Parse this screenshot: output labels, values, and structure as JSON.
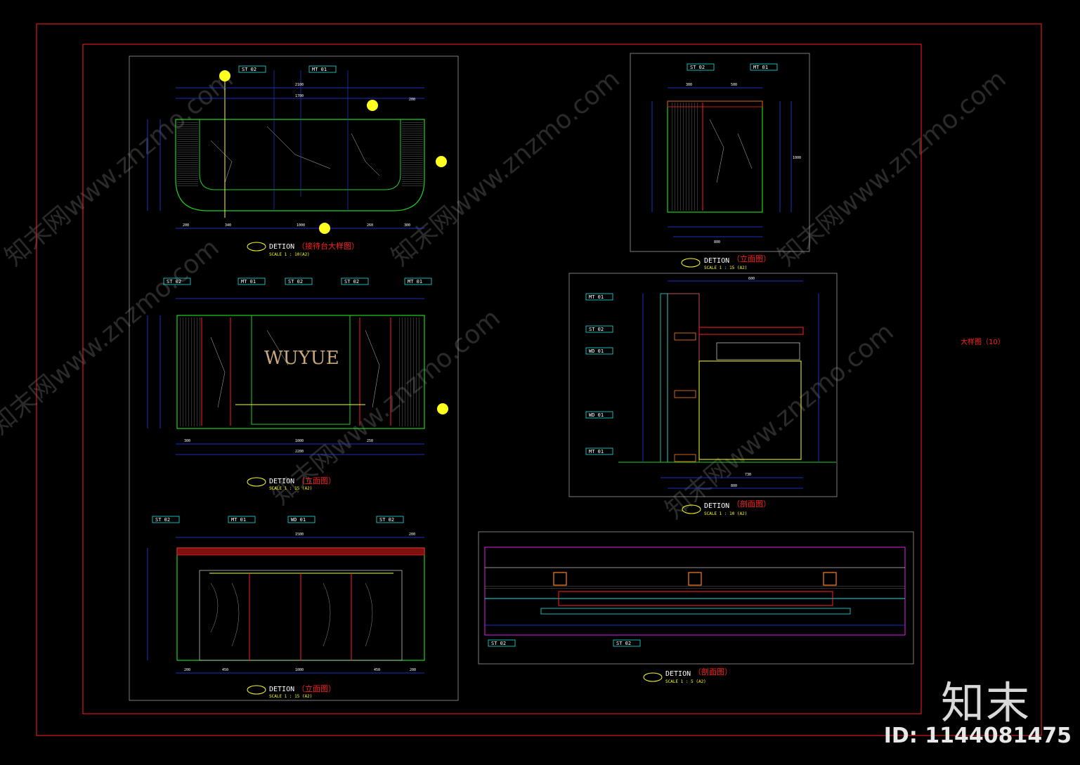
{
  "watermark": {
    "text": "知末网www.znzmo.com"
  },
  "brand": {
    "logo_text": "知末",
    "id_text": "ID: 1144081475"
  },
  "sheet": {
    "side_label": "大样图（10）"
  },
  "colors": {
    "frame": "#ff2020",
    "dim": "#2040ff",
    "green": "#20d020",
    "yellow": "#ffff20",
    "cyan": "#20e0e0",
    "magenta": "#e020e0"
  },
  "views": {
    "plan": {
      "cap": "DETION",
      "cap_cn": "（接待台大样图）",
      "scale": "SCALE 1 : 10(A2)",
      "tags": [
        "ST 02",
        "MT 01"
      ],
      "dims_top": [
        "2100",
        "1700",
        "200"
      ],
      "dims_bottom": [
        "200",
        "340",
        "1000",
        "260",
        "300"
      ]
    },
    "elev1": {
      "cap": "DETION",
      "cap_cn": "（立面图）",
      "scale": "SCALE 1 : 15 (A2)",
      "tags": [
        "ST 02",
        "MT 01",
        "ST 02",
        "ST 02",
        "MT 01"
      ],
      "logo": "WUYUE",
      "dims_bottom": [
        "300",
        "1000",
        "250"
      ],
      "total": "2200"
    },
    "elev2": {
      "cap": "DETION",
      "cap_cn": "（立面图）",
      "scale": "SCALE 1 : 15 (A2)",
      "tags": [
        "ST 02",
        "MT 01",
        "WD 01",
        "ST 02"
      ],
      "dims_top": [
        "1500",
        "200"
      ],
      "dims_bottom": [
        "200",
        "450",
        "1000",
        "450",
        "200"
      ]
    },
    "side": {
      "cap": "DETION",
      "cap_cn": "（立面图）",
      "scale": "SCALE 1 : 15 (A2)",
      "tags": [
        "ST 02",
        "MT 01"
      ],
      "dims": [
        "300",
        "500",
        "800",
        "1000"
      ]
    },
    "section1": {
      "cap": "DETION",
      "cap_cn": "（剖面图）",
      "scale": "SCALE 1 : 10 (A2)",
      "tags": [
        "MT 01",
        "ST 02",
        "WD 01",
        "WD 01",
        "MT 01"
      ],
      "dims": [
        "600",
        "730",
        "800"
      ]
    },
    "section2": {
      "cap": "DETION",
      "cap_cn": "（剖面图）",
      "scale": "SCALE 1 : 5 (A2)",
      "tags": [
        "ST 02",
        "ST 02"
      ]
    }
  }
}
